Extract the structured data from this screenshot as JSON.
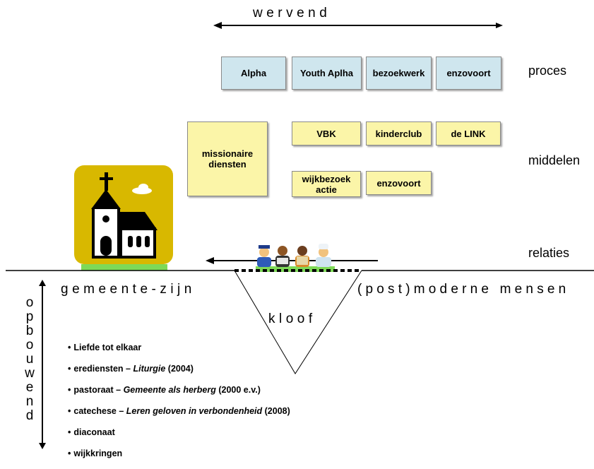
{
  "top_arrow_label": "wervend",
  "row_labels": {
    "proces": "proces",
    "middelen": "middelen",
    "relaties": "relaties"
  },
  "proces_boxes": [
    "Alpha",
    "Youth Aplha",
    "bezoekwerk",
    "enzovoort"
  ],
  "middelen_big": "missionaire diensten",
  "middelen_boxes": {
    "vbk": "VBK",
    "kinderclub": "kinderclub",
    "delink": "de LINK",
    "wijkbezoek": "wijkbezoek actie",
    "enzovoort": "enzovoort"
  },
  "left_ground_label": "gemeente-zijn",
  "right_ground_label": "(post)moderne mensen",
  "gap_label": "kloof",
  "vertical_label": [
    "o",
    "p",
    "b",
    "o",
    "u",
    "w",
    "e",
    "n",
    "d"
  ],
  "bullets": [
    {
      "text": "Liefde tot elkaar",
      "italic": "",
      "suffix": ""
    },
    {
      "text": "erediensten – ",
      "italic": "Liturgie",
      "suffix": " (2004)"
    },
    {
      "text": "pastoraat – ",
      "italic": "Gemeente als herberg",
      "suffix": " (2000 e.v.)"
    },
    {
      "text": "catechese – ",
      "italic": "Leren geloven in verbondenheid",
      "suffix": " (2008)"
    },
    {
      "text": "diaconaat",
      "italic": "",
      "suffix": ""
    },
    {
      "text": "wijkkringen",
      "italic": "",
      "suffix": ""
    }
  ],
  "colors": {
    "blue_box": "#cfe6ee",
    "yellow_box": "#fbf5a8",
    "church_tile": "#d8b800",
    "grass": "#7ed957"
  }
}
